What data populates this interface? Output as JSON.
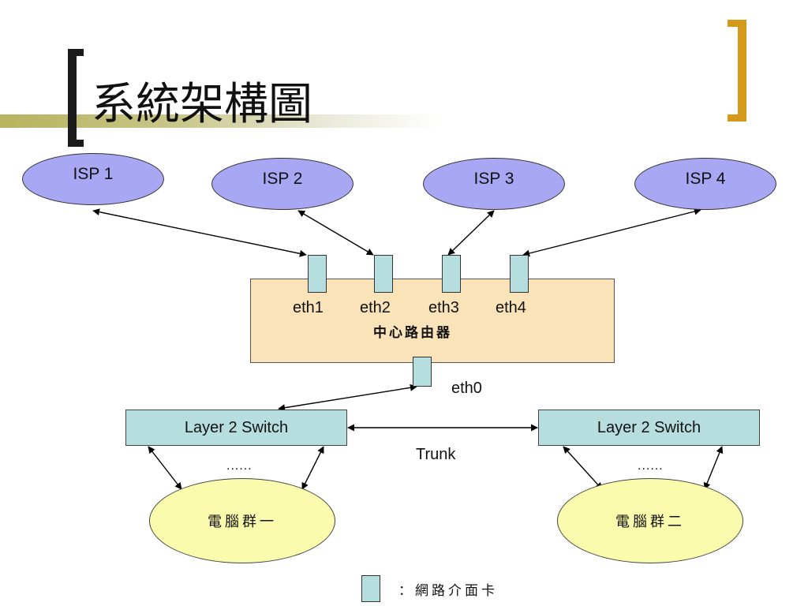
{
  "header": {
    "title": "系統架構圖"
  },
  "isps": [
    {
      "label": "ISP 1"
    },
    {
      "label": "ISP 2"
    },
    {
      "label": "ISP 3"
    },
    {
      "label": "ISP 4"
    }
  ],
  "router": {
    "label": "中心路由器",
    "interfaces": [
      "eth1",
      "eth2",
      "eth3",
      "eth4"
    ],
    "uplink": "eth0"
  },
  "switches": [
    {
      "label": "Layer 2 Switch"
    },
    {
      "label": "Layer 2 Switch"
    }
  ],
  "trunk_label": "Trunk",
  "ellipsis": [
    "......",
    "......"
  ],
  "groups": [
    {
      "label": "電腦群一"
    },
    {
      "label": "電腦群二"
    }
  ],
  "legend": {
    "text": "：網路介面卡"
  },
  "colors": {
    "isp_fill": "#a7a7f3",
    "router_fill": "#fae3b9",
    "nic_fill": "#b6dede",
    "group_fill": "#fbfbad",
    "accent_bracket": "#d49a1c"
  }
}
